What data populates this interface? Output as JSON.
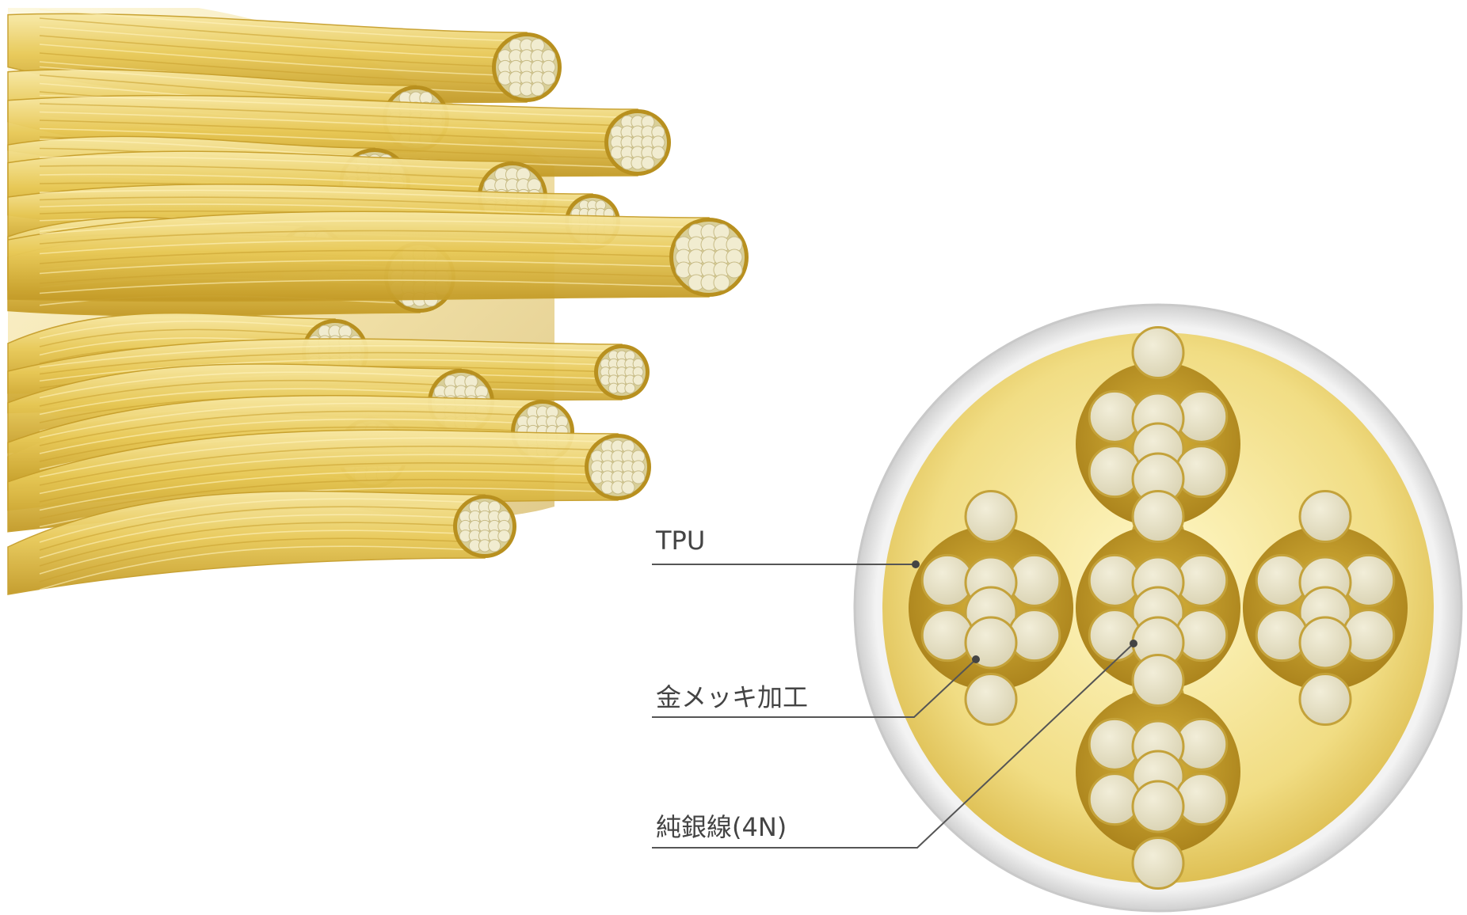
{
  "labels": {
    "tpu": "TPU",
    "gold_plating": "金メッキ加工",
    "pure_silver": "純銀線(4N)"
  },
  "colors": {
    "gold_light": "#f6e7a0",
    "gold_mid": "#e7c959",
    "gold_dark": "#b8901f",
    "silver_strand": "#e4dfc6",
    "jacket_outer": "#e9e9e9",
    "jacket_ring": "#bdbdbd",
    "leader_line": "#555555"
  }
}
